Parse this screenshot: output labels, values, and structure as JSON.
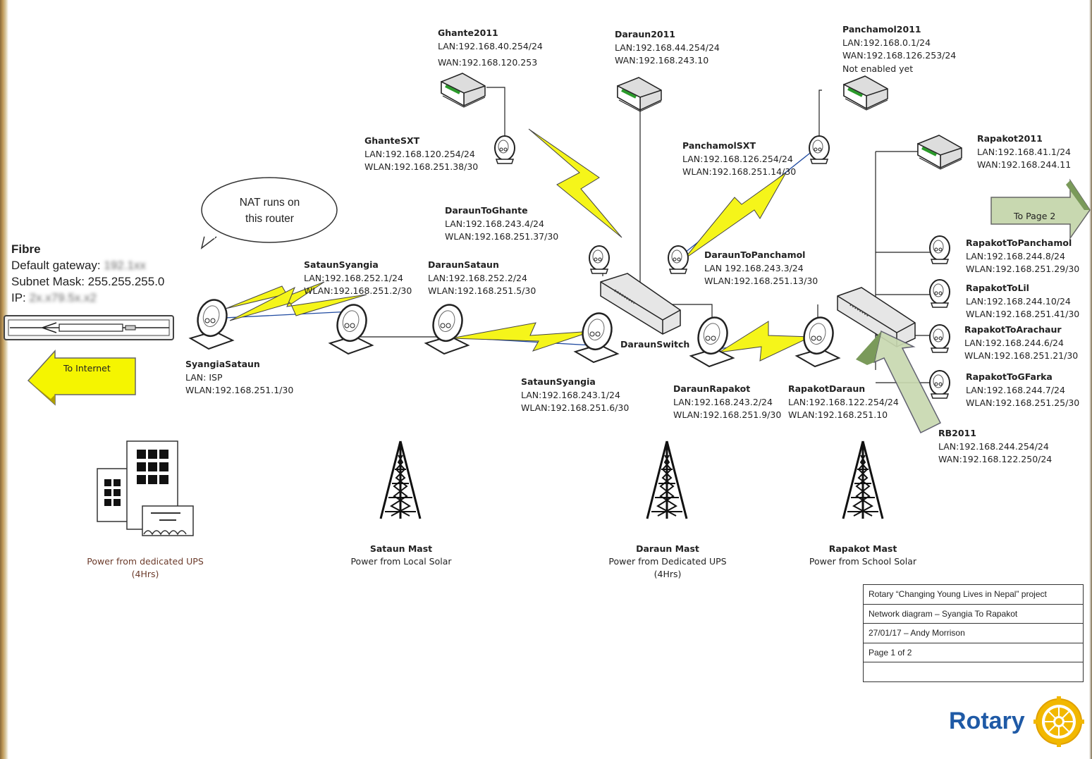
{
  "fibre": {
    "title": "Fibre",
    "gateway_label": "Default gateway:",
    "subnet_mask": "Subnet Mask: 255.255.255.0",
    "ip_label": "IP:"
  },
  "callout": {
    "text": "NAT runs on this router"
  },
  "arrows": {
    "to_internet": "To Internet",
    "to_page2": "To Page 2"
  },
  "devices": {
    "ghante2011": {
      "name": "Ghante2011",
      "lines": [
        "LAN:192.168.40.254/24",
        "WAN:192.168.120.253"
      ]
    },
    "daraun2011": {
      "name": "Daraun2011",
      "lines": [
        "LAN:192.168.44.254/24",
        "WAN:192.168.243.10"
      ]
    },
    "panchamol2011": {
      "name": "Panchamol2011",
      "lines": [
        "LAN:192.168.0.1/24",
        "WAN:192.168.126.253/24",
        "Not enabled yet"
      ]
    },
    "rapakot2011": {
      "name": "Rapakot2011",
      "lines": [
        "LAN:192.168.41.1/24",
        "WAN:192.168.244.11"
      ]
    },
    "ghantesxt": {
      "name": "GhanteSXT",
      "lines": [
        "LAN:192.168.120.254/24",
        "WLAN:192.168.251.38/30"
      ]
    },
    "panchamolsxt": {
      "name": "PanchamolSXT",
      "lines": [
        "LAN:192.168.126.254/24",
        "WLAN:192.168.251.14/30"
      ]
    },
    "darauntoghante": {
      "name": "DaraunToGhante",
      "lines": [
        "LAN:192.168.243.4/24",
        "WLAN:192.168.251.37/30"
      ]
    },
    "darauntopanchamol": {
      "name": "DaraunToPanchamol",
      "lines": [
        "LAN 192.168.243.3/24",
        "WLAN:192.168.251.13/30"
      ]
    },
    "sataunsyangia1": {
      "name": "SataunSyangia",
      "lines": [
        "LAN:192.168.252.1/24",
        "WLAN:192.168.251.2/30"
      ]
    },
    "daraunsataun": {
      "name": "DaraunSataun",
      "lines": [
        "LAN:192.168.252.2/24",
        "WLAN:192.168.251.5/30"
      ]
    },
    "syangiasataun": {
      "name": "SyangiaSataun",
      "lines": [
        "LAN: ISP",
        "WLAN:192.168.251.1/30"
      ]
    },
    "sataunsyangia2": {
      "name": "SataunSyangia",
      "lines": [
        "LAN:192.168.243.1/24",
        "WLAN:192.168.251.6/30"
      ]
    },
    "daraunswitch": {
      "name": "DaraunSwitch"
    },
    "daraunrapakot": {
      "name": "DaraunRapakot",
      "lines": [
        "LAN:192.168.243.2/24",
        "WLAN:192.168.251.9/30"
      ]
    },
    "rapakotdaraun": {
      "name": "RapakotDaraun",
      "lines": [
        "LAN:192.168.122.254/24",
        "WLAN:192.168.251.10"
      ]
    },
    "rapakottopanchamol": {
      "name": "RapakotToPanchamol",
      "lines": [
        "LAN:192.168.244.8/24",
        "WLAN:192.168.251.29/30"
      ]
    },
    "rapakottolil": {
      "name": "RapakotToLil",
      "lines": [
        "LAN:192.168.244.10/24",
        "WLAN:192.168.251.41/30"
      ]
    },
    "rapakottoarachaur": {
      "name": "RapakotToArachaur",
      "lines": [
        "LAN:192.168.244.6/24",
        "WLAN:192.168.251.21/30"
      ]
    },
    "rapakottogfarka": {
      "name": "RapakotToGFarka",
      "lines": [
        "LAN:192.168.244.7/24",
        "WLAN:192.168.251.25/30"
      ]
    },
    "rb2011": {
      "name": "RB2011",
      "lines": [
        "LAN:192.168.244.254/24",
        "WAN:192.168.122.250/24"
      ]
    }
  },
  "sites": {
    "ups": {
      "lines": [
        "Power from dedicated UPS",
        "(4Hrs)"
      ]
    },
    "sataun": {
      "name": "Sataun Mast",
      "lines": [
        "Power from Local Solar"
      ]
    },
    "daraun": {
      "name": "Daraun Mast",
      "lines": [
        "Power from Dedicated UPS",
        "(4Hrs)"
      ]
    },
    "rapakot": {
      "name": "Rapakot Mast",
      "lines": [
        "Power from School Solar"
      ]
    }
  },
  "title_block": [
    "Rotary “Changing Young Lives in Nepal” project",
    "Network diagram – Syangia To Rapakot",
    "27/01/17 – Andy Morrison",
    "Page 1 of 2",
    ""
  ],
  "logo": {
    "text": "Rotary"
  },
  "colors": {
    "link": "#f5f51a",
    "arrow_internet": "#f5f500",
    "arrow_page2": "#c8d8b0",
    "arrow_up": "#c8d8b0",
    "ups_text": "#6b3a2a"
  }
}
